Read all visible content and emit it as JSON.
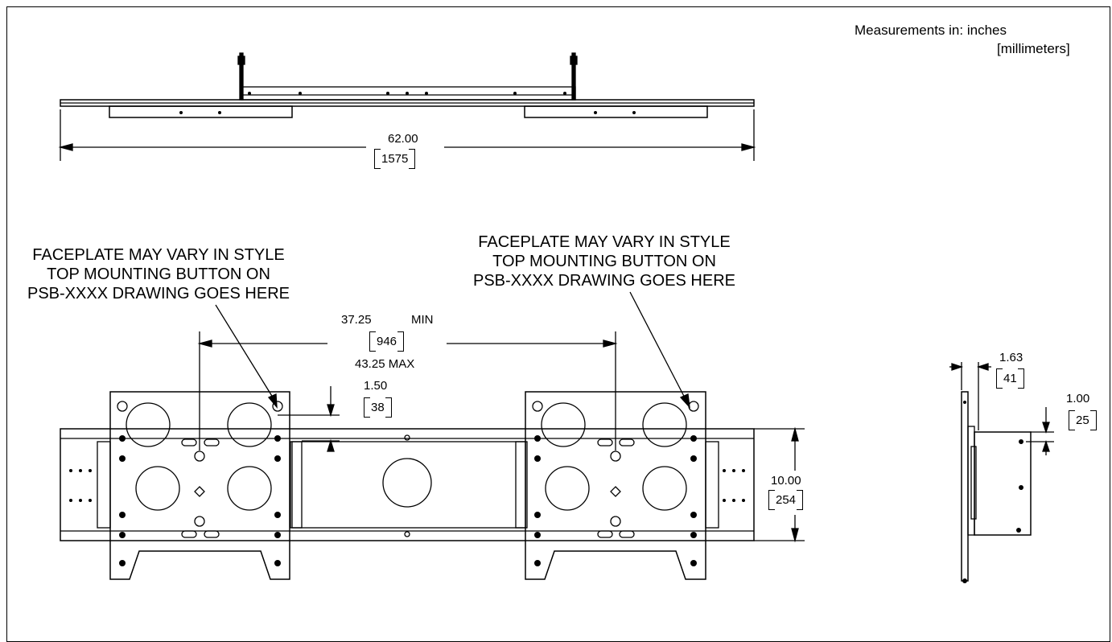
{
  "units": {
    "line1": "Measurements in:  inches",
    "line2": "[millimeters]"
  },
  "notes": {
    "left": [
      "FACEPLATE MAY VARY IN STYLE",
      "TOP MOUNTING BUTTON ON",
      "PSB-XXXX DRAWING GOES HERE"
    ],
    "right": [
      "FACEPLATE MAY VARY IN STYLE",
      "TOP MOUNTING BUTTON ON",
      "PSB-XXXX DRAWING GOES HERE"
    ]
  },
  "dimensions": {
    "overall_width": {
      "in": "62.00",
      "mm": "1575"
    },
    "span": {
      "min_in": "37.25",
      "min_label": "MIN",
      "mm": "946",
      "max": "43.25 MAX"
    },
    "top_offset": {
      "in": "1.50",
      "mm": "38"
    },
    "height": {
      "in": "10.00",
      "mm": "254"
    },
    "depth": {
      "in": "1.63",
      "mm": "41"
    },
    "side_offset": {
      "in": "1.00",
      "mm": "25"
    }
  }
}
